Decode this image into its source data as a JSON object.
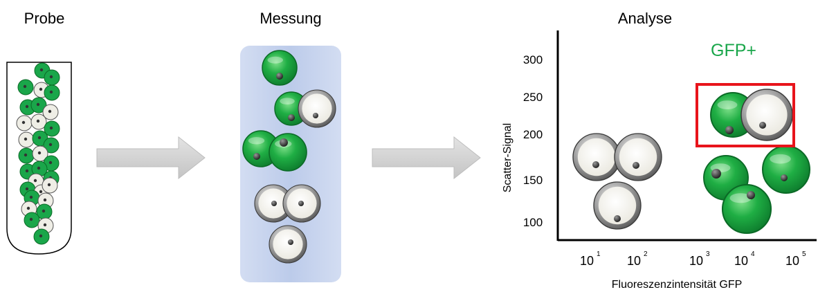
{
  "panels": {
    "sample": {
      "title": "Probe"
    },
    "measurement": {
      "title": "Messung"
    },
    "analysis": {
      "title": "Analyse"
    }
  },
  "plot": {
    "y_axis_label": "Scatter-Signal",
    "x_axis_label": "Fluoreszenzintensität GFP",
    "gate_label": "GFP+",
    "y_ticks": [
      "300",
      "250",
      "200",
      "150",
      "100"
    ],
    "x_ticks": [
      {
        "base": "10",
        "exp": "1"
      },
      {
        "base": "10",
        "exp": "2"
      },
      {
        "base": "10",
        "exp": "3"
      },
      {
        "base": "10",
        "exp": "4"
      },
      {
        "base": "10",
        "exp": "5"
      }
    ]
  },
  "colors": {
    "gfp_green": "#1aa64a",
    "gate_red": "#e8141b",
    "label_green": "#19a64a",
    "arrow_gray": "#d0d0d0",
    "channel_blue": "#c9d5ee"
  }
}
